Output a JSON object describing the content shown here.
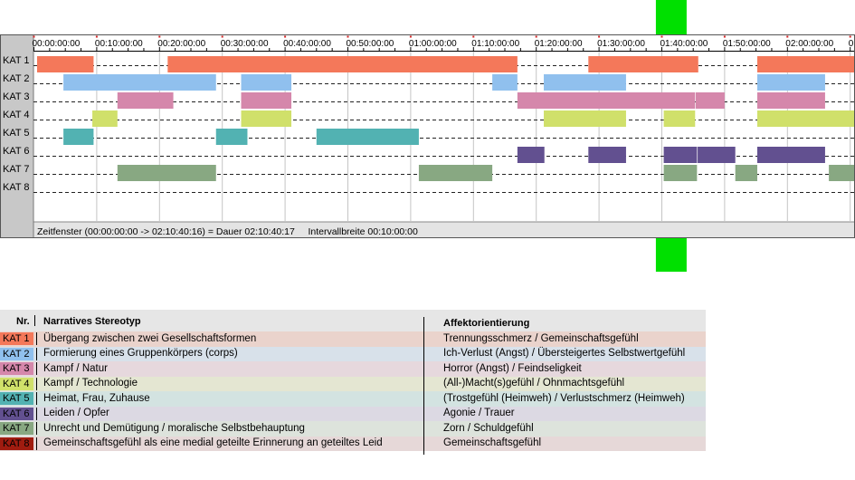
{
  "chart_data": {
    "type": "timeline",
    "time_ticks": [
      "00:00:00:00",
      "00:10:00:00",
      "00:20:00:00",
      "00:30:00:00",
      "00:40:00:00",
      "00:50:00:00",
      "01:00:00:00",
      "01:10:00:00",
      "01:20:00:00",
      "01:30:00:00",
      "01:40:00:00",
      "01:50:00:00",
      "02:00:00:00",
      "0"
    ],
    "x_range_minutes": [
      0,
      130.67
    ],
    "rows": [
      "KAT 1",
      "KAT 2",
      "KAT 3",
      "KAT 4",
      "KAT 5",
      "KAT 6",
      "KAT 7",
      "KAT 8"
    ],
    "status_text": "Zeitfenster (00:00:00:00 -> 02:10:40:16) = Dauer 02:10:40:17     Intervallbreite 00:10:00:00",
    "cursor_minute": 101.5,
    "segments": [
      {
        "row": 0,
        "start": 0.5,
        "end": 9.5
      },
      {
        "row": 0,
        "start": 21.3,
        "end": 77.0
      },
      {
        "row": 0,
        "start": 88.3,
        "end": 105.8
      },
      {
        "row": 0,
        "start": 115.2,
        "end": 130.67
      },
      {
        "row": 1,
        "start": 4.7,
        "end": 29.0
      },
      {
        "row": 1,
        "start": 33.0,
        "end": 41.0
      },
      {
        "row": 1,
        "start": 73.0,
        "end": 77.0
      },
      {
        "row": 1,
        "start": 81.2,
        "end": 94.3
      },
      {
        "row": 1,
        "start": 115.2,
        "end": 126.0
      },
      {
        "row": 2,
        "start": 13.3,
        "end": 22.2
      },
      {
        "row": 2,
        "start": 33.0,
        "end": 41.0
      },
      {
        "row": 2,
        "start": 77.0,
        "end": 105.3
      },
      {
        "row": 2,
        "start": 105.4,
        "end": 110.0
      },
      {
        "row": 2,
        "start": 115.2,
        "end": 126.0
      },
      {
        "row": 3,
        "start": 9.3,
        "end": 13.3
      },
      {
        "row": 3,
        "start": 33.0,
        "end": 41.0
      },
      {
        "row": 3,
        "start": 81.2,
        "end": 94.3
      },
      {
        "row": 3,
        "start": 100.3,
        "end": 105.3
      },
      {
        "row": 3,
        "start": 115.2,
        "end": 130.67
      },
      {
        "row": 4,
        "start": 4.7,
        "end": 9.5
      },
      {
        "row": 4,
        "start": 29.0,
        "end": 34.0
      },
      {
        "row": 4,
        "start": 45.0,
        "end": 61.3
      },
      {
        "row": 5,
        "start": 77.0,
        "end": 81.3
      },
      {
        "row": 5,
        "start": 88.3,
        "end": 94.3
      },
      {
        "row": 5,
        "start": 100.3,
        "end": 105.6
      },
      {
        "row": 5,
        "start": 105.7,
        "end": 111.7
      },
      {
        "row": 5,
        "start": 115.2,
        "end": 126.0
      },
      {
        "row": 6,
        "start": 13.3,
        "end": 29.0
      },
      {
        "row": 6,
        "start": 61.3,
        "end": 73.0
      },
      {
        "row": 6,
        "start": 100.3,
        "end": 105.6
      },
      {
        "row": 6,
        "start": 111.7,
        "end": 115.2
      },
      {
        "row": 6,
        "start": 126.6,
        "end": 130.67
      }
    ]
  },
  "legend": {
    "header": {
      "nr": "Nr.",
      "stereotype": "Narratives Stereotyp",
      "affect": "Affektorientierung"
    },
    "items": [
      {
        "nr": "KAT 1",
        "color": "#f4785a",
        "bg": "#ead3cc",
        "stereotype": "Übergang zwischen zwei Gesellschaftsformen",
        "affect": "Trennungsschmerz / Gemeinschaftsgefühl"
      },
      {
        "nr": "KAT 2",
        "color": "#90c0ee",
        "bg": "#d8e1ea",
        "stereotype": "Formierung eines Gruppenkörpers (corps)",
        "affect": "Ich-Verlust (Angst) / Übersteigertes Selbstwertgefühl"
      },
      {
        "nr": "KAT 3",
        "color": "#d587ab",
        "bg": "#e6d8dd",
        "stereotype": "Kampf / Natur",
        "affect": "Horror (Angst) / Feindseligkeit"
      },
      {
        "nr": "KAT 4",
        "color": "#d0e06a",
        "bg": "#e4e6d2",
        "stereotype": "Kampf / Technologie",
        "affect": "(All-)Macht(s)gefühl / Ohnmachtsgefühl"
      },
      {
        "nr": "KAT 5",
        "color": "#52b2b2",
        "bg": "#d3e3e1",
        "stereotype": "Heimat, Frau, Zuhause",
        "affect": "(Trostgefühl (Heimweh) / Verlustschmerz (Heimweh)"
      },
      {
        "nr": "KAT 6",
        "color": "#625090",
        "bg": "#dcd9e3",
        "stereotype": "Leiden / Opfer",
        "affect": "Agonie / Trauer"
      },
      {
        "nr": "KAT 7",
        "color": "#88a882",
        "bg": "#dde3dc",
        "stereotype": "Unrecht und Demütigung / moralische Selbstbehauptung",
        "affect": "Zorn / Schuldgefühl"
      },
      {
        "nr": "KAT 8",
        "color": "#a01c10",
        "bg": "#e6d8d8",
        "stereotype": "Gemeinschaftsgefühl als eine medial geteilte Erinnerung an geteiltes Leid",
        "affect": "Gemeinschaftsgefühl"
      }
    ]
  }
}
